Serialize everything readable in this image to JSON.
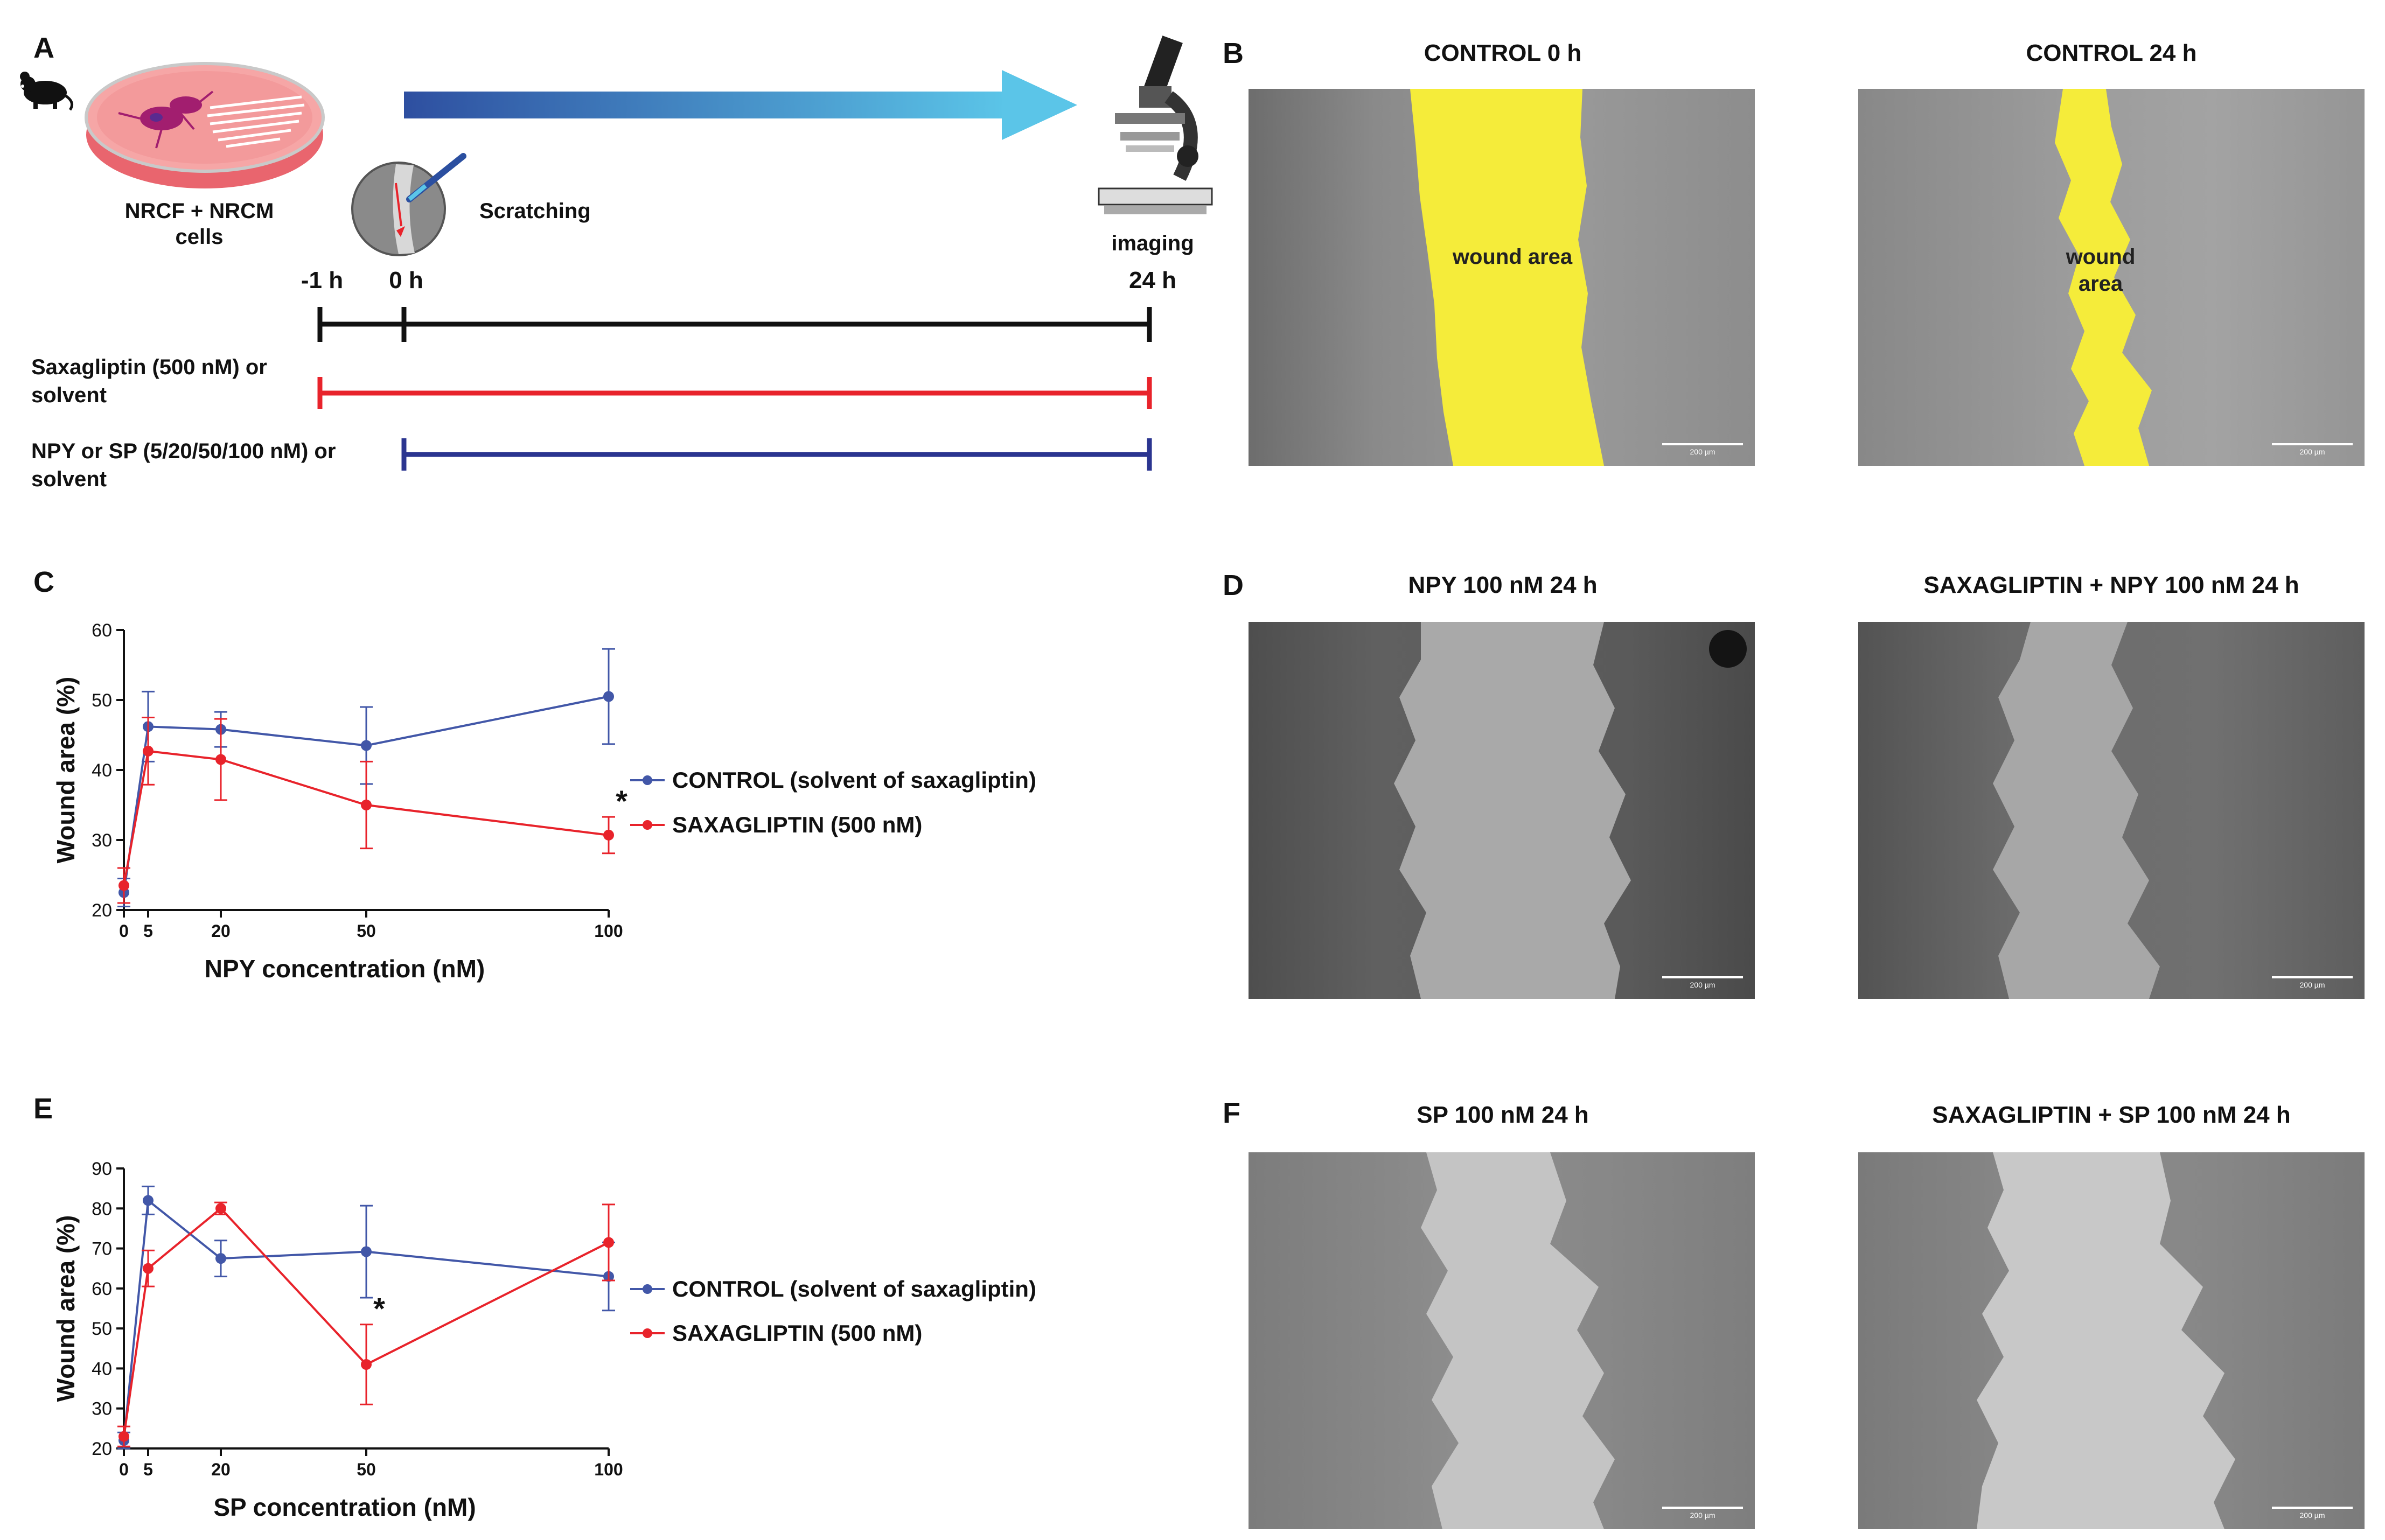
{
  "panels": {
    "A": {
      "letter": "A",
      "cells_label_line1": "NRCF + NRCM",
      "cells_label_line2": "cells",
      "scratching_label": "Scratching",
      "imaging_label": "imaging",
      "timepoints": [
        "-1 h",
        "0 h",
        "24 h"
      ],
      "treatments": [
        {
          "line1": "Saxagliptin (500 nM) or",
          "line2": "solvent",
          "color": "#e8232b"
        },
        {
          "line1": "NPY or SP (5/20/50/100 nM) or",
          "line2": "solvent",
          "color": "#2b3590"
        }
      ]
    },
    "B": {
      "letter": "B",
      "images": [
        {
          "title": "CONTROL 0 h",
          "wound_label": "wound area",
          "scale": "200 µm"
        },
        {
          "title": "CONTROL 24 h",
          "wound_label_line1": "wound",
          "wound_label_line2": "area",
          "scale": "200 µm"
        }
      ]
    },
    "C": {
      "letter": "C"
    },
    "D": {
      "letter": "D",
      "images": [
        {
          "title": "NPY 100 nM 24 h",
          "scale": "200 µm"
        },
        {
          "title": "SAXAGLIPTIN + NPY 100 nM 24 h",
          "scale": "200 µm"
        }
      ]
    },
    "E": {
      "letter": "E"
    },
    "F": {
      "letter": "F",
      "images": [
        {
          "title": "SP 100 nM 24 h",
          "scale": "200 µm"
        },
        {
          "title": "SAXAGLIPTIN + SP 100 nM 24 h",
          "scale": "200 µm"
        }
      ]
    }
  },
  "colors": {
    "control": "#4257a8",
    "saxagliptin": "#e8232b",
    "wound_highlight": "#f5ec3a",
    "arrow_start": "#2e4fa0",
    "arrow_end": "#5bc5e8"
  },
  "chart_data": [
    {
      "type": "line",
      "xlabel": "NPY concentration (nM)",
      "ylabel": "Wound area (%)",
      "x": [
        0,
        5,
        20,
        50,
        100
      ],
      "xticks": [
        "0",
        "5",
        "20",
        "50",
        "100"
      ],
      "ylim": [
        20,
        60
      ],
      "yticks": [
        "20",
        "30",
        "40",
        "50",
        "60"
      ],
      "series": [
        {
          "name": "CONTROL (solvent of saxagliptin)",
          "color": "#4257a8",
          "values": [
            22.5,
            46.2,
            45.8,
            43.5,
            50.5
          ],
          "errors": [
            2.0,
            5.0,
            2.5,
            5.5,
            6.8
          ]
        },
        {
          "name": "SAXAGLIPTIN (500 nM)",
          "color": "#e8232b",
          "values": [
            23.5,
            42.7,
            41.5,
            35.0,
            30.7
          ],
          "errors": [
            2.5,
            4.8,
            5.8,
            6.2,
            2.6
          ]
        }
      ],
      "annotations": [
        {
          "x": 100,
          "text": "*"
        }
      ]
    },
    {
      "type": "line",
      "xlabel": "SP concentration (nM)",
      "ylabel": "Wound area (%)",
      "x": [
        0,
        5,
        20,
        50,
        100
      ],
      "xticks": [
        "0",
        "5",
        "20",
        "50",
        "100"
      ],
      "ylim": [
        20,
        90
      ],
      "yticks": [
        "20",
        "30",
        "40",
        "50",
        "60",
        "70",
        "80",
        "90"
      ],
      "series": [
        {
          "name": "CONTROL (solvent of saxagliptin)",
          "color": "#4257a8",
          "values": [
            22.0,
            82.0,
            67.5,
            69.2,
            63.0
          ],
          "errors": [
            2.0,
            3.5,
            4.5,
            11.5,
            8.5
          ]
        },
        {
          "name": "SAXAGLIPTIN (500 nM)",
          "color": "#e8232b",
          "values": [
            23.0,
            65.0,
            80.0,
            41.0,
            71.5
          ],
          "errors": [
            2.5,
            4.5,
            1.5,
            10.0,
            9.5
          ]
        }
      ],
      "annotations": [
        {
          "x": 50,
          "text": "*"
        }
      ]
    }
  ]
}
